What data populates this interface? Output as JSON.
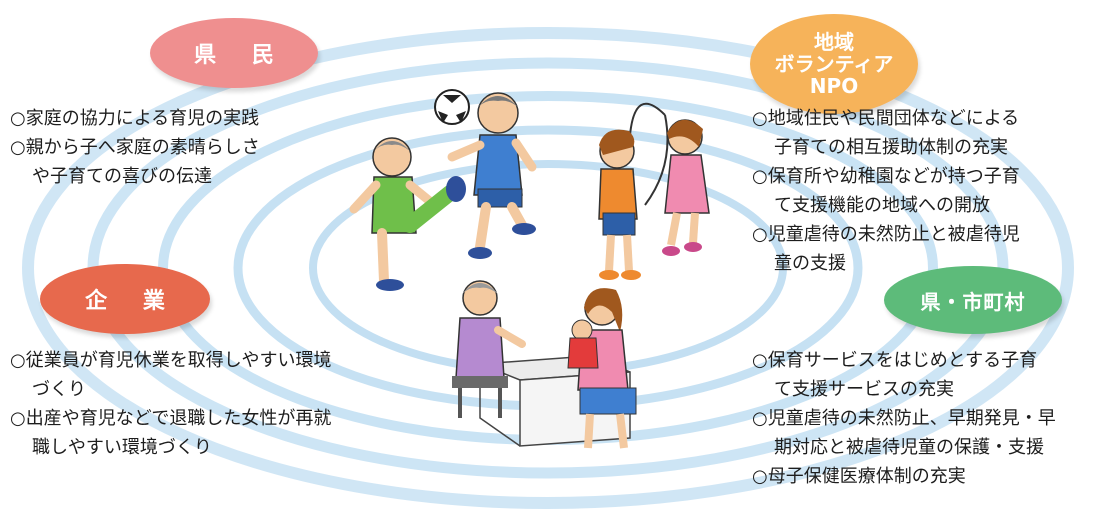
{
  "sectors": {
    "kenmin": {
      "label": "県 民",
      "color": "#ef8d8d",
      "items": [
        "○家庭の協力による育児の実践",
        "○親から子へ家庭の素晴らしさ",
        "や子育ての喜びの伝達"
      ]
    },
    "npo": {
      "label_lines": [
        "地域",
        "ボランティア",
        "NPO"
      ],
      "color": "#f6b35a",
      "items": [
        "○地域住民や民間団体などによる",
        "子育ての相互援助体制の充実",
        "○保育所や幼稚園などが持つ子育",
        "て支援機能の地域への開放",
        "○児童虐待の未然防止と被虐待児",
        "童の支援"
      ]
    },
    "kigyo": {
      "label": "企 業",
      "color": "#e7694d",
      "items": [
        "○従業員が育児休業を取得しやすい環境",
        "づくり",
        "○出産や育児などで退職した女性が再就",
        "職しやすい環境づくり"
      ]
    },
    "city": {
      "label": "県・市町村",
      "color": "#5dbb7a",
      "items": [
        "○保育サービスをはじめとする子育",
        "て支援サービスの充実",
        "○児童虐待の未然防止、早期発見・早",
        "期対応と被虐待児童の保護・支援",
        "○母子保健医療体制の充実"
      ]
    }
  },
  "ring_color": "#b9d9ef"
}
